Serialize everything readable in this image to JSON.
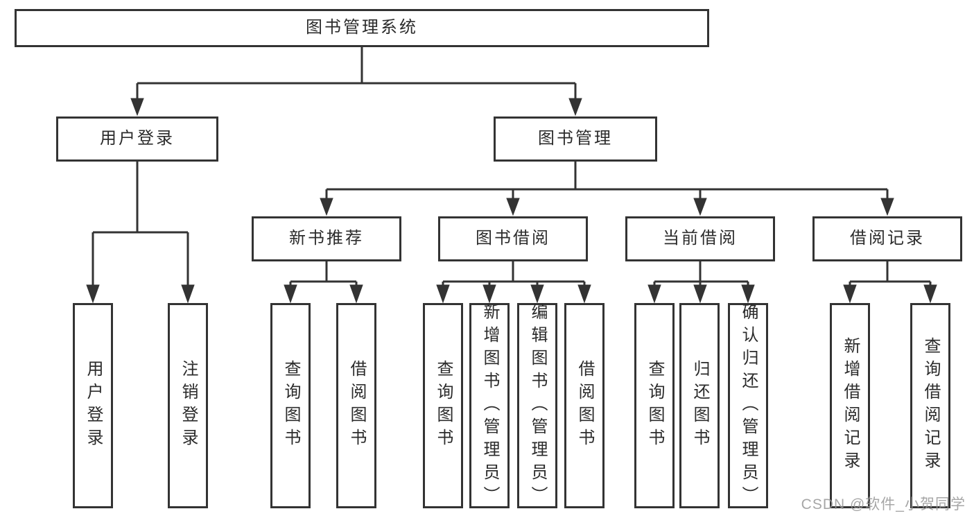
{
  "diagram": {
    "title": "图书管理系统",
    "branches": [
      {
        "label": "用户登录",
        "children": [
          "用户登录",
          "注销登录"
        ]
      },
      {
        "label": "图书管理",
        "modules": [
          {
            "label": "新书推荐",
            "children": [
              "查询图书",
              "借阅图书"
            ]
          },
          {
            "label": "图书借阅",
            "children": [
              "查询图书",
              "新增图书（管理员）",
              "编辑图书（管理员）",
              "借阅图书"
            ]
          },
          {
            "label": "当前借阅",
            "children": [
              "查询图书",
              "归还图书",
              "确认归还（管理员）"
            ]
          },
          {
            "label": "借阅记录",
            "children": [
              "新增借阅记录",
              "查询借阅记录"
            ]
          }
        ]
      }
    ],
    "watermark": "CSDN @软件_小贺同学",
    "colors": {
      "line": "#333333",
      "box_border": "#333333",
      "text": "#2b2b2b",
      "watermark": "#969696",
      "background": "#ffffff"
    }
  }
}
